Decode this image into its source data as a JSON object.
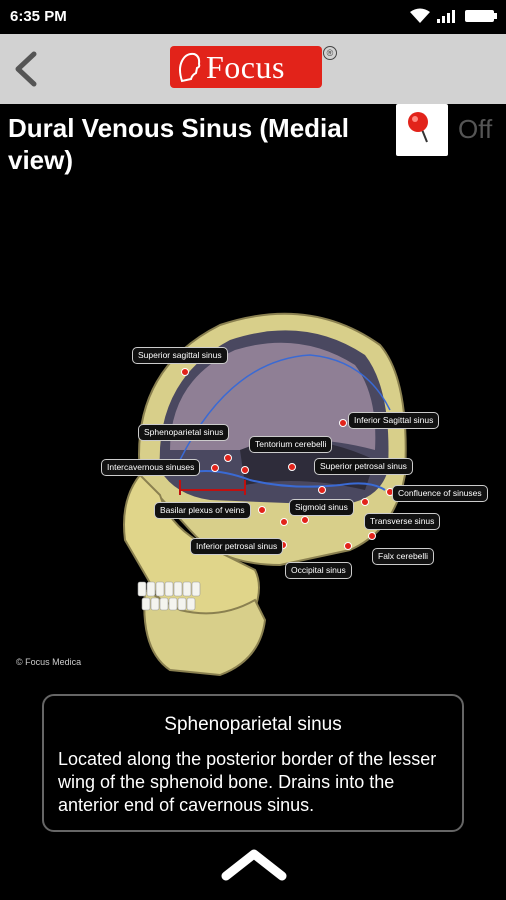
{
  "status": {
    "time": "6:35 PM",
    "icons": [
      "wifi-icon",
      "signal-icon",
      "battery-icon"
    ]
  },
  "header": {
    "logo_text": "Focus",
    "reg_mark": "®",
    "back_icon": "chevron-left-icon"
  },
  "page": {
    "title": "Dural Venous Sinus (Medial view)",
    "toggle_label": "Off",
    "toggle_icon": "map-pin-icon"
  },
  "figure": {
    "copyright": "© Focus Medica",
    "labels": [
      "Superior sagittal sinus",
      "Inferior Sagittal sinus",
      "Sphenoparietal sinus",
      "Tentorium cerebelli",
      "Intercavernous sinuses",
      "Superior petrosal sinus",
      "Confluence of sinuses",
      "Basilar plexus of veins",
      "Sigmoid sinus",
      "Transverse sinus",
      "Inferior petrosal sinus",
      "Falx cerebelli",
      "Occipital sinus"
    ]
  },
  "info": {
    "heading": "Sphenoparietal sinus",
    "description": "Located along the posterior border of the lesser wing of the sphenoid bone. Drains into the anterior end of cavernous sinus."
  },
  "colors": {
    "appbar": "#d2d2d2",
    "brand": "#e2231a",
    "pin": "#e2231a"
  }
}
